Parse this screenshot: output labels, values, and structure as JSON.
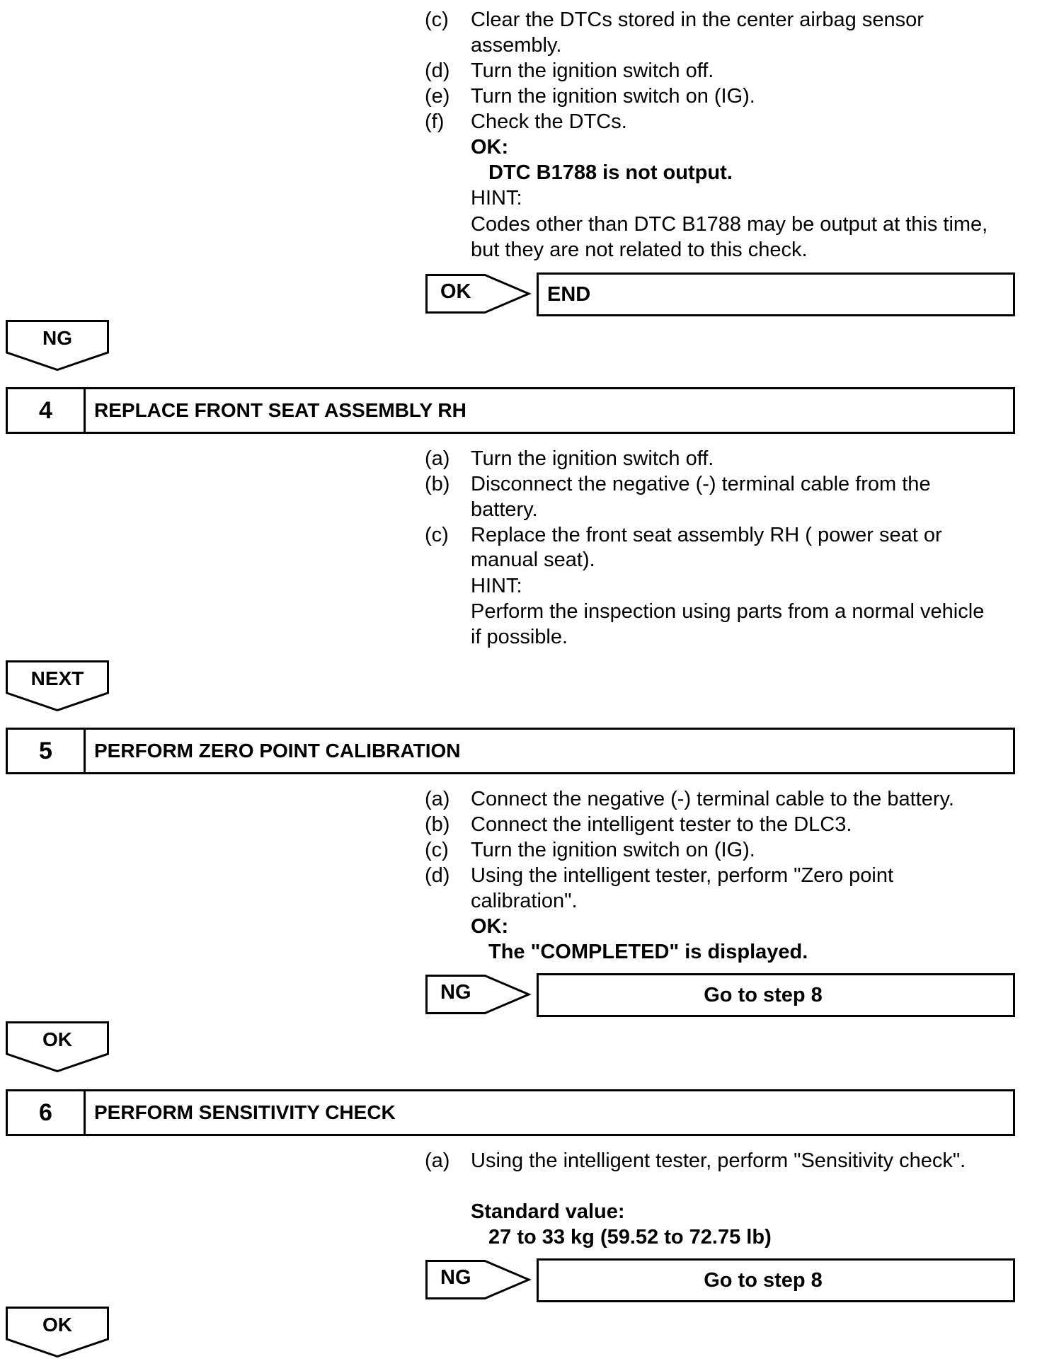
{
  "block3": {
    "items": [
      {
        "label": "(c)",
        "lines": [
          "Clear the DTCs stored in the center airbag sensor",
          "assembly."
        ]
      },
      {
        "label": "(d)",
        "lines": [
          "Turn the ignition switch off."
        ]
      },
      {
        "label": "(e)",
        "lines": [
          "Turn the ignition switch on (IG)."
        ]
      },
      {
        "label": "(f)",
        "lines": [
          "Check the DTCs."
        ]
      }
    ],
    "ok_label": "OK:",
    "ok_value": "DTC B1788 is not output.",
    "hint_label": "HINT:",
    "hint_lines": [
      "Codes other than DTC B1788 may be output at this time,",
      "but they are not related to this check."
    ],
    "result_flow": "OK",
    "result_text": "END",
    "down_flow": "NG"
  },
  "step4": {
    "number": "4",
    "title": "REPLACE FRONT SEAT ASSEMBLY RH",
    "items": [
      {
        "label": "(a)",
        "lines": [
          "Turn the ignition switch off."
        ]
      },
      {
        "label": "(b)",
        "lines": [
          "Disconnect the negative (-) terminal cable from the",
          "battery."
        ]
      },
      {
        "label": "(c)",
        "lines": [
          "Replace the front seat assembly RH ( power seat  or",
          "manual seat)."
        ]
      }
    ],
    "hint_label": "HINT:",
    "hint_lines": [
      "Perform the inspection using parts from a normal vehicle",
      "if possible."
    ],
    "down_flow": "NEXT"
  },
  "step5": {
    "number": "5",
    "title": "PERFORM ZERO POINT CALIBRATION",
    "items": [
      {
        "label": "(a)",
        "lines": [
          "Connect the negative (-) terminal cable to the battery."
        ]
      },
      {
        "label": "(b)",
        "lines": [
          "Connect the intelligent tester to the DLC3."
        ]
      },
      {
        "label": "(c)",
        "lines": [
          "Turn the ignition switch on (IG)."
        ]
      },
      {
        "label": "(d)",
        "lines": [
          "Using the intelligent tester, perform \"Zero point",
          "calibration\"."
        ]
      }
    ],
    "ok_label": "OK:",
    "ok_value": "The \"COMPLETED\" is displayed.",
    "result_flow": "NG",
    "result_text": "Go to step 8",
    "down_flow": "OK"
  },
  "step6": {
    "number": "6",
    "title": "PERFORM SENSITIVITY CHECK",
    "items": [
      {
        "label": "(a)",
        "lines": [
          "Using the intelligent tester, perform \"Sensitivity check\"."
        ]
      }
    ],
    "std_label": "Standard value:",
    "std_value": "27 to 33 kg (59.52 to 72.75 lb)",
    "result_flow": "NG",
    "result_text": "Go to step 8",
    "down_flow": "OK"
  }
}
